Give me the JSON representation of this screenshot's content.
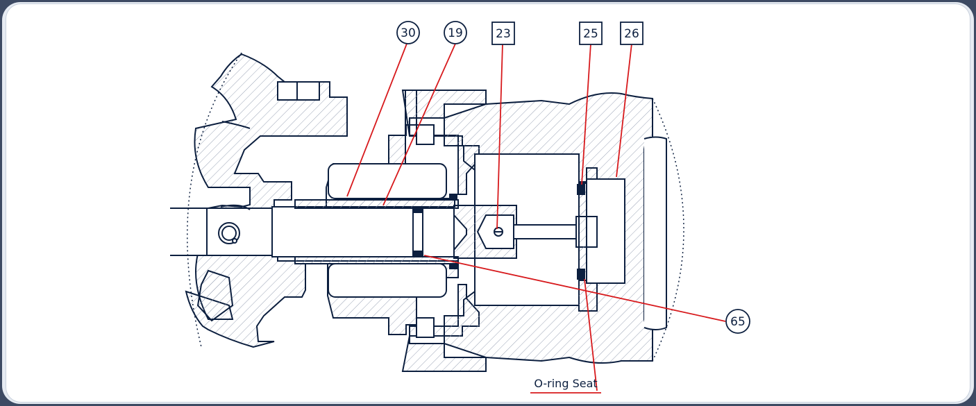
{
  "callouts": {
    "c30": "30",
    "c19": "19",
    "c23": "23",
    "c25": "25",
    "c26": "26",
    "c65": "65"
  },
  "caption": "O-ring Seat",
  "colors": {
    "outline": "#0c1f3f",
    "leader": "#d7191c",
    "hatch": "#9aa3b5",
    "frame": "#3d4a63"
  }
}
